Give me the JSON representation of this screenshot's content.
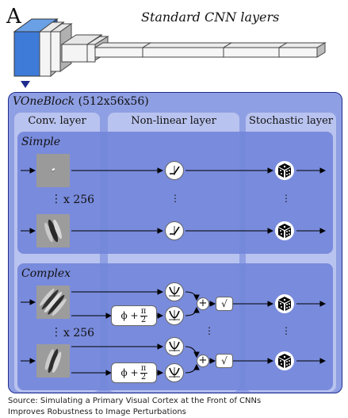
{
  "figure": {
    "panel_letter": "A",
    "top_caption": "Standard CNN layers",
    "block_title": "VOneBlock",
    "block_size": "(512x56x56)",
    "columns": {
      "conv": "Conv. layer",
      "nonlinear": "Non-linear layer",
      "stochastic": "Stochastic layer"
    },
    "simple_label": "Simple",
    "complex_label": "Complex",
    "simple_count": "x 256",
    "complex_count": "x 256",
    "phase_shift_prefix": "ϕ +",
    "phase_shift_num": "π",
    "phase_shift_den": "2",
    "plus_symbol": "+",
    "sqrt_symbol": "√",
    "vertical_ellipsis": "⋮"
  },
  "credit": {
    "line1": "Source: Simulating a Primary Visual Cortex at the Front of CNNs",
    "line2": "Improves Robustness to Image Perturbations"
  },
  "colors": {
    "block_outer": "#8f9fe3",
    "block_inner": "#b9c3ef",
    "panel": "#6f82d6",
    "accent_blue": "#3e7bd9",
    "dark_navy": "#1f2c8f"
  }
}
